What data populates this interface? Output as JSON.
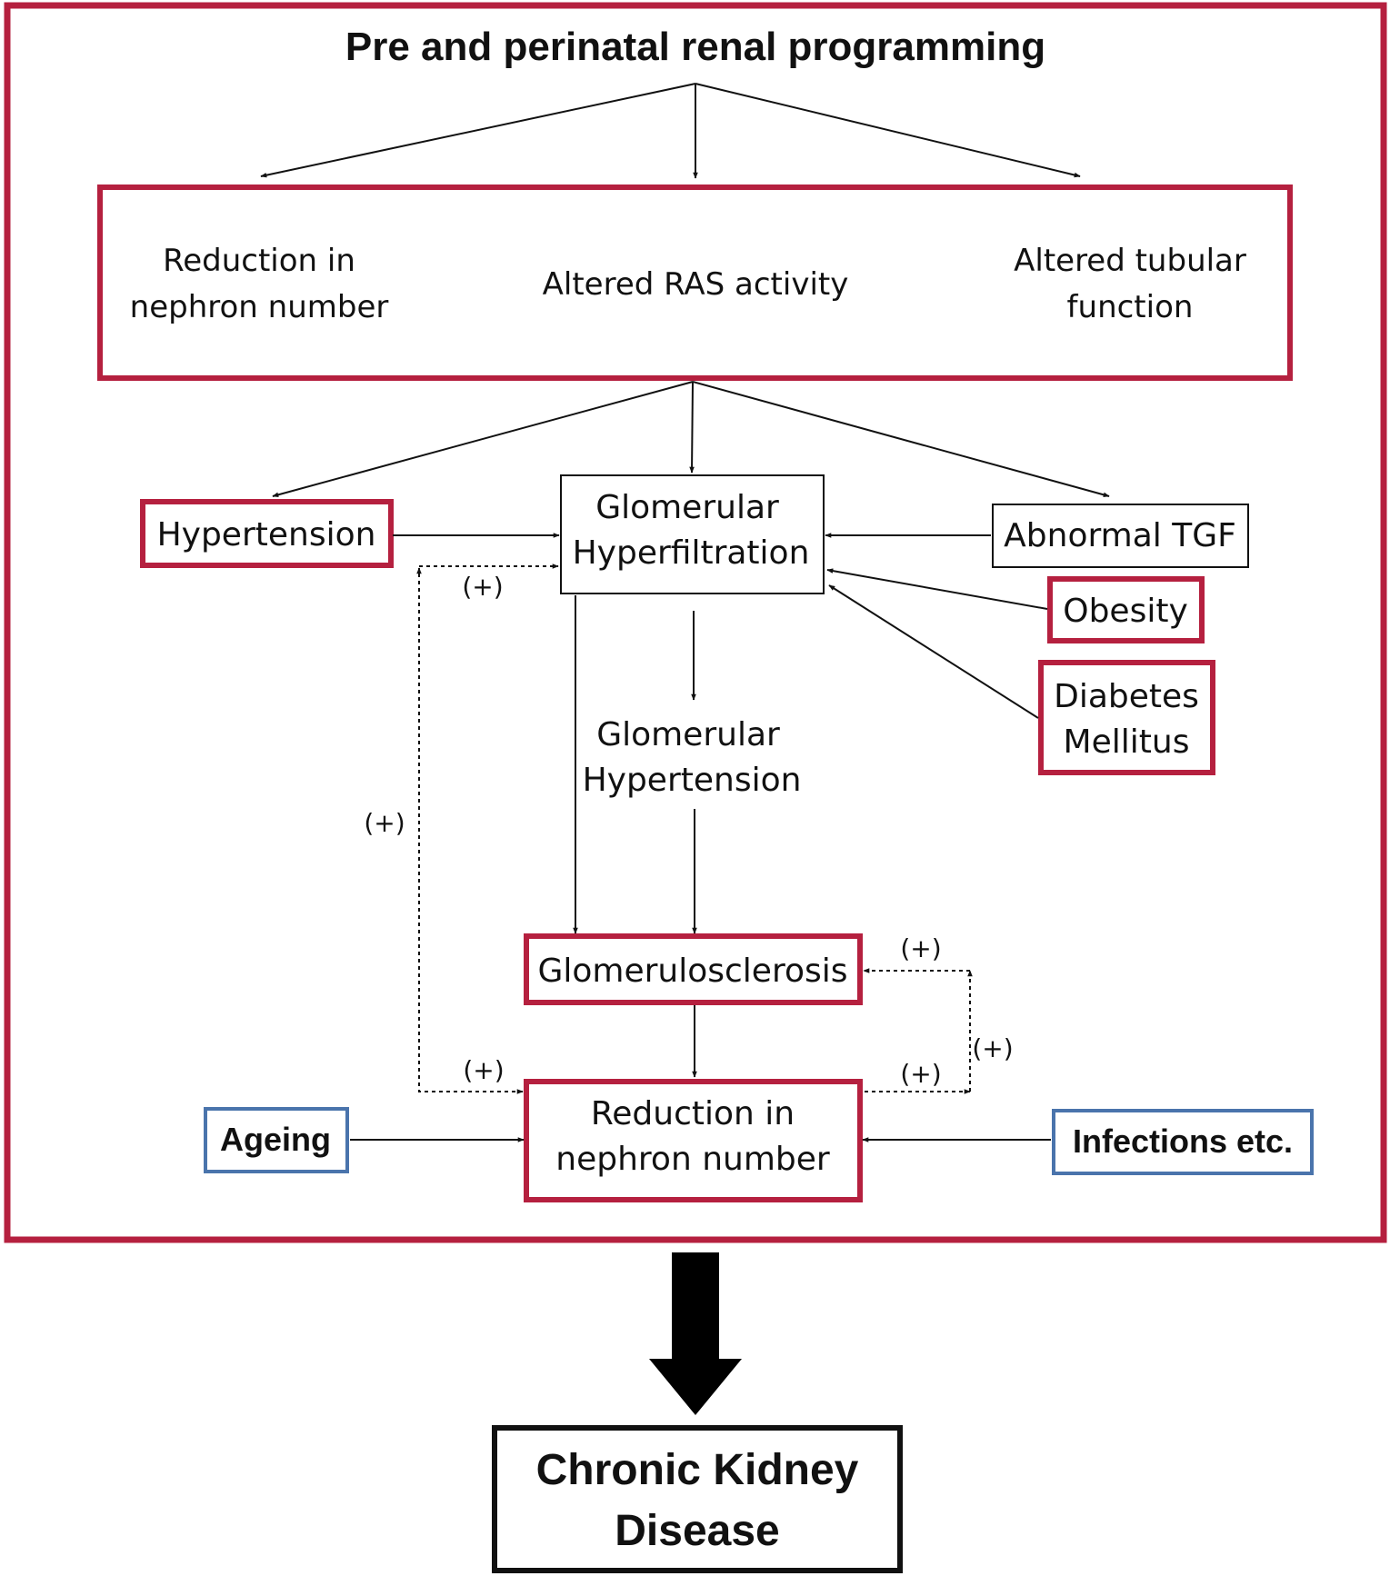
{
  "title": "Pre and perinatal renal programming",
  "colors": {
    "crimson": "#B5203F",
    "blue": "#4A74AC",
    "black": "#111111",
    "background": "#FFFFFF"
  },
  "programming_effects": {
    "left": [
      "Reduction in",
      "nephron number"
    ],
    "center": "Altered RAS activity",
    "right": [
      "Altered tubular",
      "function"
    ]
  },
  "nodes": {
    "hypertension": "Hypertension",
    "glomerular_hyperfiltration": [
      "Glomerular",
      "Hyperfiltration"
    ],
    "abnormal_tgf": "Abnormal TGF",
    "obesity": "Obesity",
    "diabetes_mellitus": [
      "Diabetes",
      "Mellitus"
    ],
    "glomerular_hypertension": [
      "Glomerular",
      "Hypertension"
    ],
    "glomerulosclerosis": "Glomerulosclerosis",
    "reduction_nephron_number": [
      "Reduction in",
      "nephron number"
    ],
    "ageing": "Ageing",
    "infections": "Infections etc."
  },
  "feedback_label": "(+)",
  "outcome": [
    "Chronic Kidney",
    "Disease"
  ]
}
